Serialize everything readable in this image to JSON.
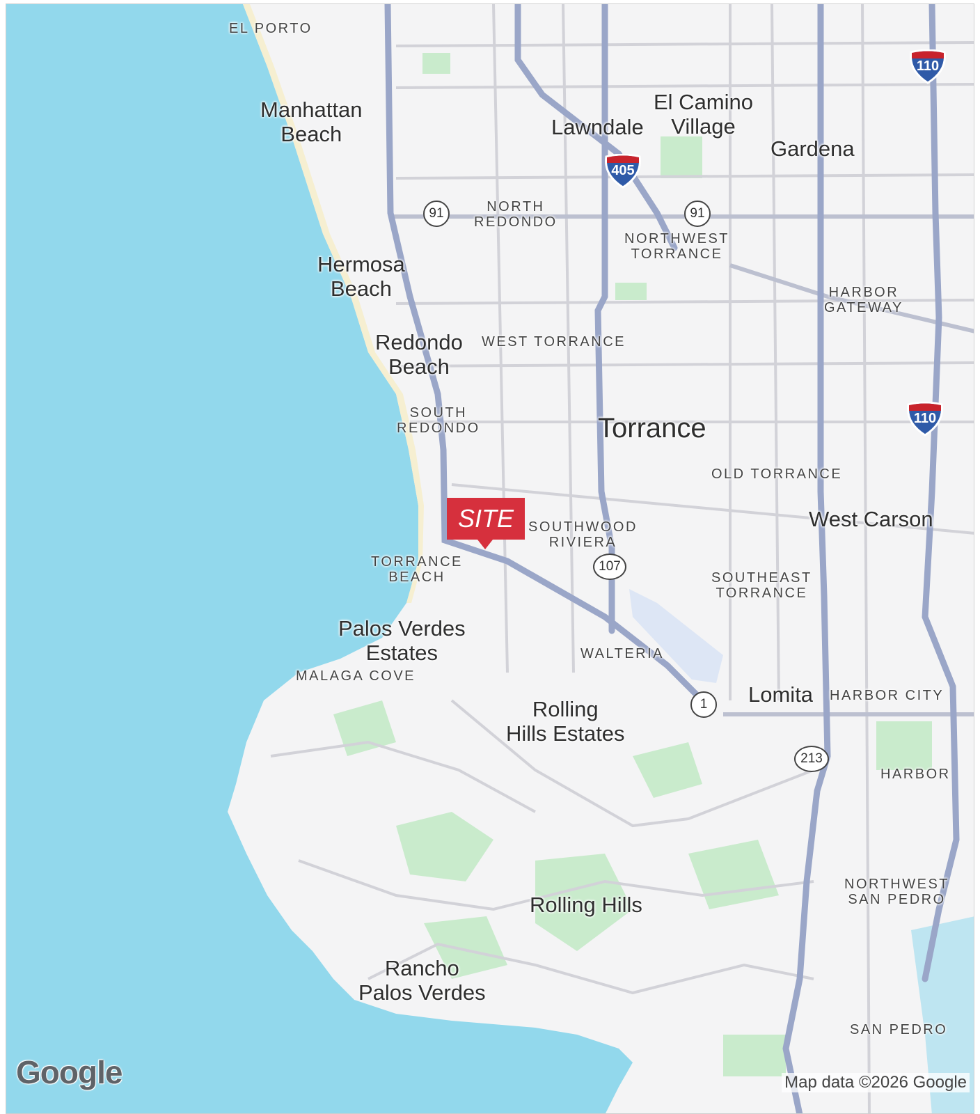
{
  "map": {
    "colors": {
      "water": "#92d8ec",
      "land": "#f4f4f5",
      "park": "#c9ebcc",
      "road": "#c4c4cc",
      "highway": "#9aa6c8",
      "beach": "#f6efd1",
      "airport": "#dde6f5",
      "marker": "#d6303d"
    },
    "marker": {
      "label": "SITE"
    },
    "cities": {
      "manhattan_beach": "Manhattan\nBeach",
      "hermosa_beach": "Hermosa\nBeach",
      "redondo_beach": "Redondo\nBeach",
      "lawndale": "Lawndale",
      "el_camino_village": "El Camino\nVillage",
      "gardena": "Gardena",
      "torrance": "Torrance",
      "west_carson": "West Carson",
      "palos_verdes_estates": "Palos Verdes\nEstates",
      "rolling_hills_estates": "Rolling\nHills Estates",
      "lomita": "Lomita",
      "rolling_hills": "Rolling Hills",
      "rancho_palos_verdes": "Rancho\nPalos Verdes"
    },
    "neighborhoods": {
      "el_porto": "EL PORTO",
      "north_redondo": "NORTH\nREDONDO",
      "northwest_torrance": "NORTHWEST\nTORRANCE",
      "harbor_gateway": "HARBOR\nGATEWAY",
      "west_torrance": "WEST TORRANCE",
      "south_redondo": "SOUTH\nREDONDO",
      "old_torrance": "OLD TORRANCE",
      "southwood_riviera": "SOUTHWOOD\nRIVIERA",
      "torrance_beach": "TORRANCE\nBEACH",
      "southeast_torrance": "SOUTHEAST\nTORRANCE",
      "walteria": "WALTERIA",
      "malaga_cove": "MALAGA COVE",
      "harbor_city": "HARBOR CITY",
      "harbor": "HARBOR",
      "northwest_san_pedro": "NORTHWEST\nSAN PEDRO",
      "san_pedro": "SAN PEDRO"
    },
    "shields": {
      "route_91_west": "91",
      "route_91_east": "91",
      "route_107": "107",
      "route_1": "1",
      "route_213": "213",
      "interstate_405": "405",
      "interstate_110_north": "110",
      "interstate_110_south": "110"
    },
    "branding": {
      "logo": "Google",
      "attribution": "Map data ©2026 Google"
    }
  }
}
